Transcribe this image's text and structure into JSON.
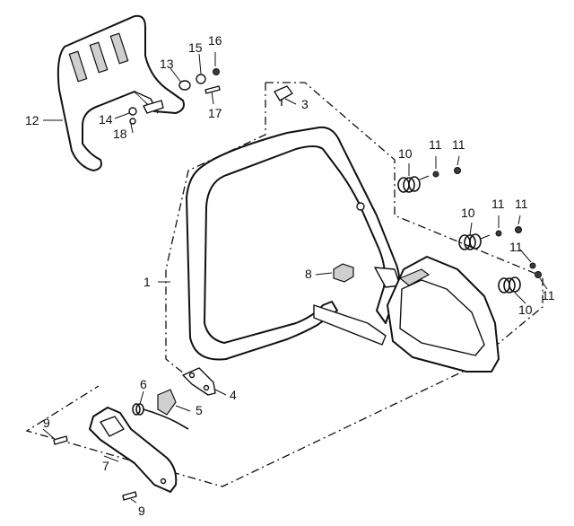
{
  "callouts": {
    "c1": "1",
    "c3": "3",
    "c4": "4",
    "c5": "5",
    "c6": "6",
    "c7": "7",
    "c8": "8",
    "c9a": "9",
    "c9b": "9",
    "c10a": "10",
    "c10b": "10",
    "c10c": "10",
    "c11a": "11",
    "c11b": "11",
    "c11c": "11",
    "c11d": "11",
    "c11e": "11",
    "c11f": "11",
    "c12": "12",
    "c13": "13",
    "c14": "14",
    "c15": "15",
    "c16": "16",
    "c17": "17",
    "c18": "18"
  },
  "colors": {
    "line": "#111111",
    "background": "#ffffff",
    "shade": "#cfcfcf"
  }
}
